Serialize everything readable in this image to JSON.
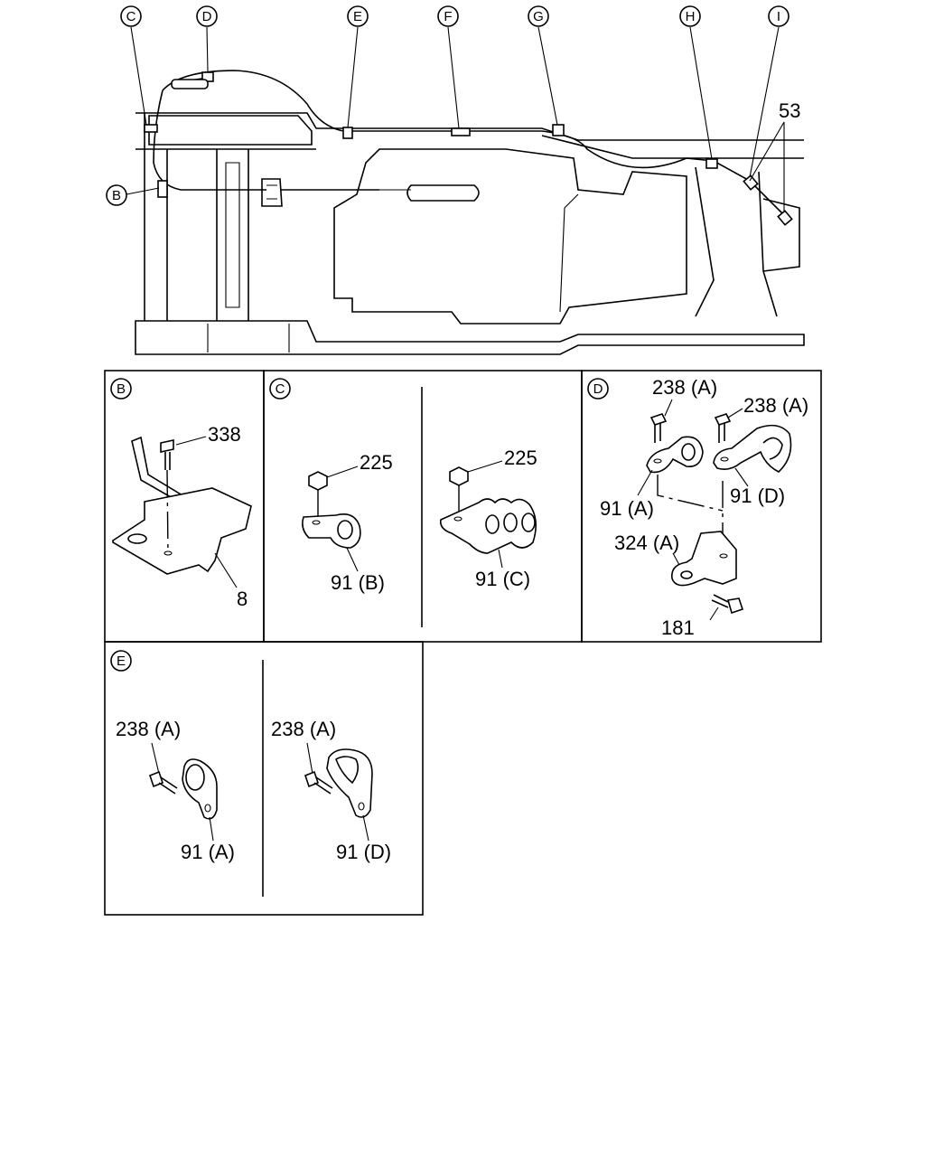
{
  "diagram": {
    "callout_letters": [
      "C",
      "D",
      "E",
      "F",
      "G",
      "H",
      "I",
      "B"
    ],
    "main_view": {
      "part_53": "53"
    },
    "panel_B": {
      "letter": "B",
      "part_bolt": "338",
      "part_bracket": "8"
    },
    "panel_C": {
      "letter": "C",
      "left_nut": "225",
      "left_clip": "91 (B)",
      "right_nut": "225",
      "right_clip": "91 (C)"
    },
    "panel_D": {
      "letter": "D",
      "bolt_left": "238 (A)",
      "bolt_right": "238 (A)",
      "clip_left": "91 (A)",
      "clip_right": "91 (D)",
      "bracket": "324 (A)",
      "bolt_bottom": "181"
    },
    "panel_E": {
      "letter": "E",
      "left_bolt": "238 (A)",
      "left_clip": "91 (A)",
      "right_bolt": "238 (A)",
      "right_clip": "91 (D)"
    }
  }
}
